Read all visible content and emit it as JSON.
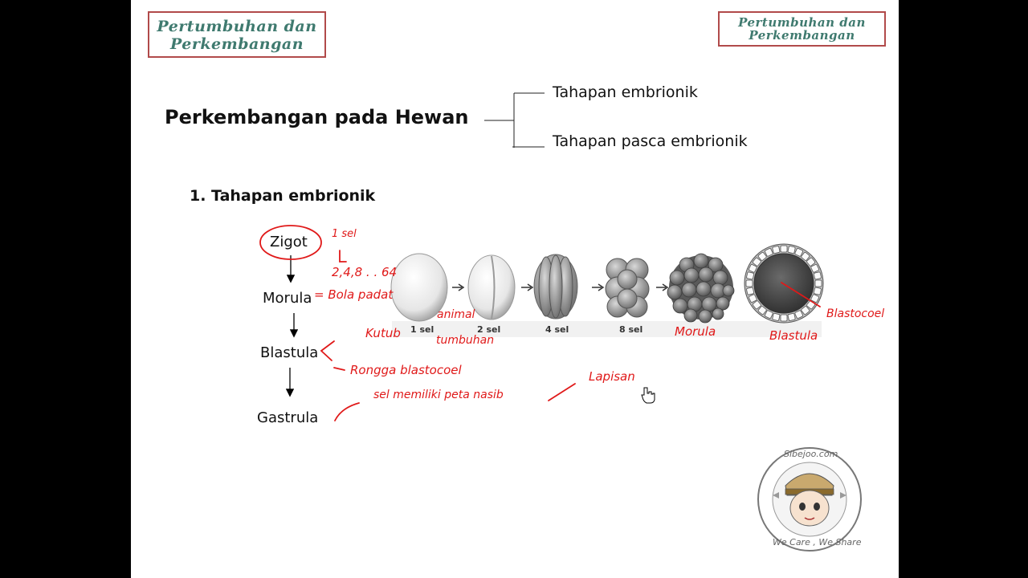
{
  "header": {
    "left_box_line1": "Pertumbuhan dan",
    "left_box_line2": "Perkembangan",
    "right_box_line1": "Pertumbuhan dan",
    "right_box_line2": "Perkembangan"
  },
  "main": {
    "title": "Perkembangan pada Hewan",
    "branches": [
      "Tahapan embrionik",
      "Tahapan pasca embrionik"
    ],
    "section_heading": "1. Tahapan embrionik",
    "stages": [
      "Zigot",
      "Morula",
      "Blastula",
      "Gastrula"
    ]
  },
  "figure": {
    "captions": [
      "1 sel",
      "2 sel",
      "4 sel",
      "8 sel"
    ]
  },
  "annotations": {
    "zigot_cells": "1 sel",
    "cell_series": "2,4,8 . . 64",
    "morula_desc": "= Bola padat",
    "animal": "animal",
    "tumbuhan": "tumbuhan",
    "kutub": "Kutub",
    "rongga": "Rongga blastocoel",
    "gastrula_desc": "sel memiliki peta nasib",
    "lapisan": "Lapisan",
    "morula_label": "Morula",
    "blastula_label": "Blastula",
    "blastocoel": "Blastocoel"
  },
  "logo": {
    "top_text": "Sibejoo.com",
    "bottom_text": "We Care , We Share"
  },
  "colors": {
    "box_border": "#b14a4a",
    "box_text": "#3f7a6f",
    "ink": "#e01919"
  }
}
